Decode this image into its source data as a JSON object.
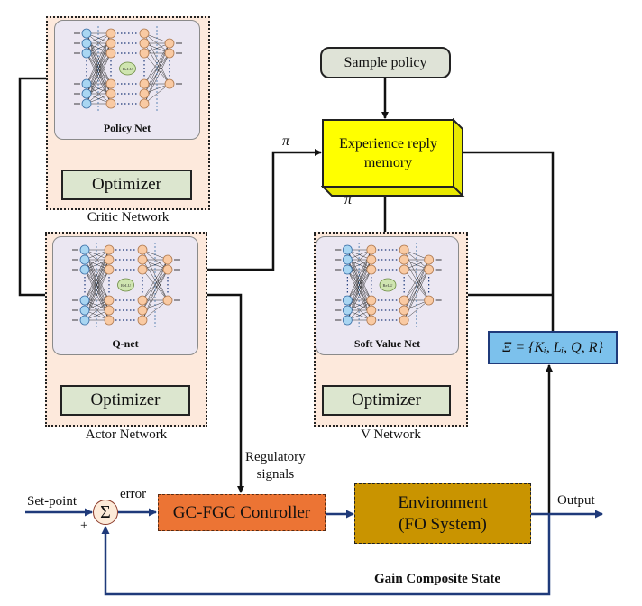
{
  "diagram": {
    "critic_group": {
      "label": "Critic Network",
      "net_name": "Policy Net",
      "activation": "ReLU",
      "optimizer_label": "Optimizer"
    },
    "actor_group": {
      "label": "Actor Network",
      "net_name": "Q-net",
      "activation": "ReLU",
      "optimizer_label": "Optimizer"
    },
    "v_group": {
      "label": "V Network",
      "net_name": "Soft Value Net",
      "activation": "ReLU",
      "optimizer_label": "Optimizer"
    },
    "sample_policy": "Sample policy",
    "memory": {
      "line1": "Experience reply",
      "line2": "memory"
    },
    "pi_symbol_left": "π",
    "pi_symbol_bottom": "π",
    "state_set": "Ξ = {Kᵢ, Lᵢ, Q, R}",
    "regulatory_signals": {
      "line1": "Regulatory",
      "line2": "signals"
    },
    "setpoint_label": "Set-point",
    "plus_sign": "+",
    "sum_symbol": "Σ",
    "error_label": "error",
    "controller_label": "GC-FGC Controller",
    "environment": {
      "line1": "Environment",
      "line2": "(FO System)"
    },
    "output_label": "Output",
    "feedback_label": "Gain Composite State",
    "colors": {
      "group_bg": "#fde9dc",
      "inner_bg": "#ebe7f2",
      "optimizer_bg": "#dce6cf",
      "memory_yellow": "#ffff00",
      "state_blue": "#7cc1ec",
      "controller_orange": "#ec7434",
      "environment_gold": "#c99400",
      "signal_navy": "#1f3a7a",
      "sample_policy_bg": "#dfe3d7"
    }
  }
}
